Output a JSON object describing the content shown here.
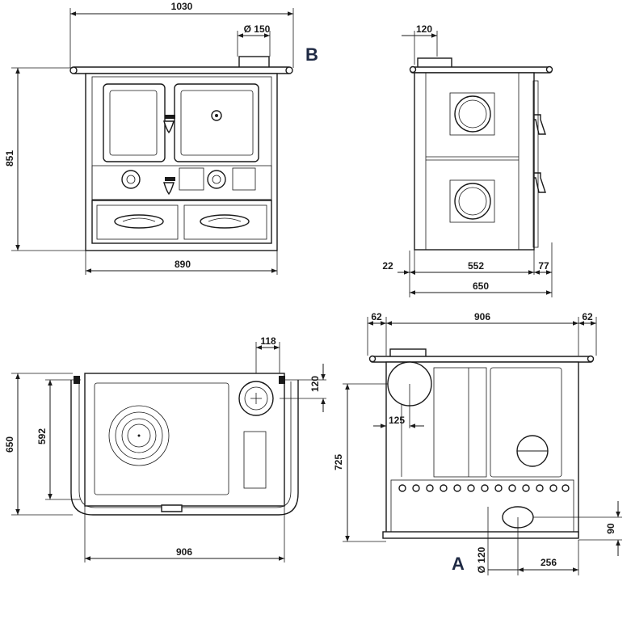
{
  "views": {
    "front": {
      "width_total": "1030",
      "flue_diameter": "Ø 150",
      "height": "851",
      "width_base": "890",
      "flue_label": "B"
    },
    "side": {
      "flue_offset": "120",
      "left_margin": "22",
      "mid": "552",
      "right_margin": "77",
      "depth": "650"
    },
    "top": {
      "flue_offset": "118",
      "flue_inset": "120",
      "depth": "650",
      "inner_depth": "592",
      "width": "906"
    },
    "rear": {
      "left_margin": "62",
      "width": "906",
      "right_margin": "62",
      "flue_offset": "125",
      "height": "725",
      "outlet_height": "90",
      "outlet_diameter": "Ø 120",
      "outlet_offset": "256",
      "outlet_label": "A"
    }
  },
  "icon_names": [
    "arrow-icon",
    "hotplate-icon",
    "logo-emblem-icon"
  ]
}
